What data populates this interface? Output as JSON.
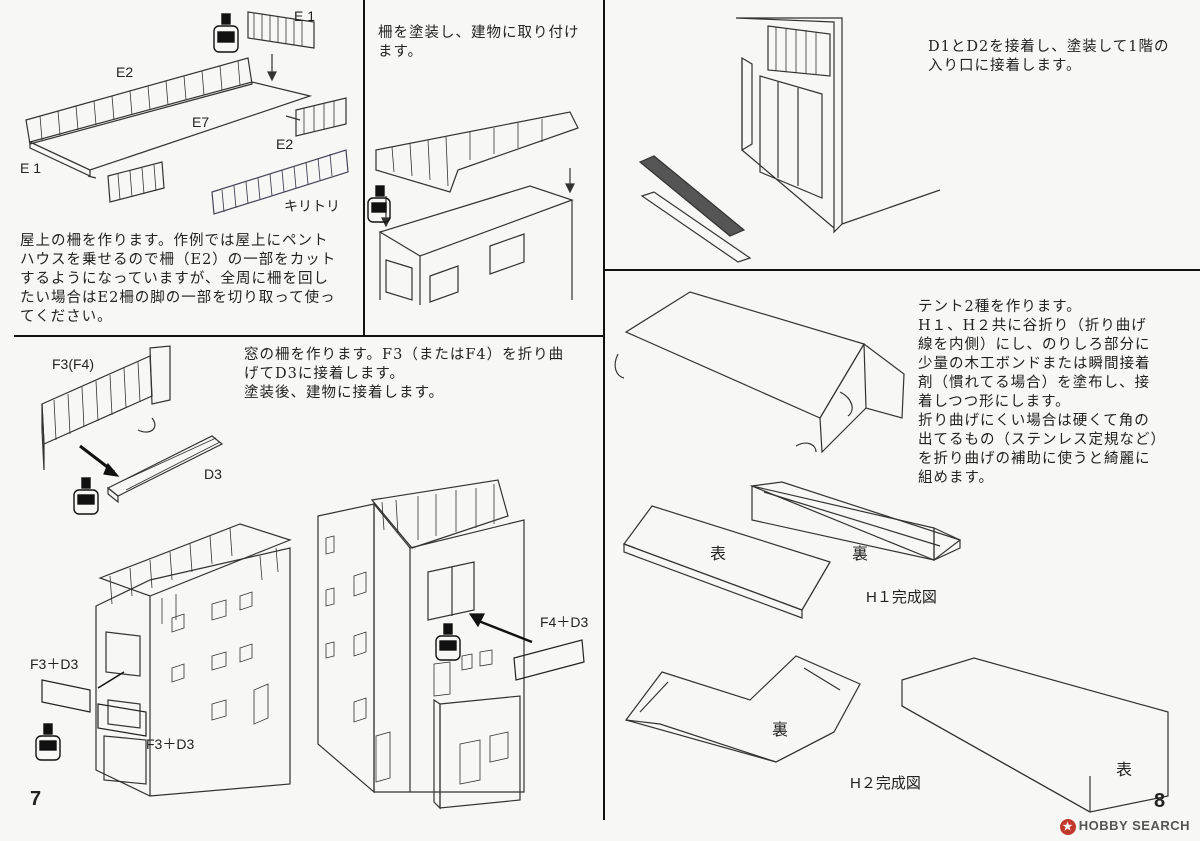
{
  "page7": {
    "number": "7",
    "step1": {
      "text": "屋上の柵を作ります。作例では屋上にペント\nハウスを乗せるので柵（E2）の一部をカット\nするようになっていますが、全周に柵を回し\nたい場合はE2柵の脚の一部を切り取って使っ\nてください。",
      "labels": {
        "e1_top": "E 1",
        "e2_left": "E2",
        "e7": "E7",
        "e2_right": "E2",
        "e1_left": "E 1",
        "cut": "キリトリ"
      }
    },
    "step2": {
      "text": "柵を塗装し、建物に取り付け\nます。"
    },
    "step3": {
      "text": "窓の柵を作ります。F3（またはF4）を折り曲\nげてD3に接着します。\n塗装後、建物に接着します。",
      "labels": {
        "f3f4": "F3(F4)",
        "d3": "D3",
        "f3d3_a": "F3＋D3",
        "f3d3_b": "F3＋D3",
        "f4d3": "F4＋D3"
      }
    }
  },
  "page8": {
    "number": "8",
    "step4": {
      "text": "D1とD2を接着し、塗装して1階の\n入り口に接着します。"
    },
    "step5": {
      "text": "テント2種を作ります。\nH１、H２共に谷折り（折り曲げ\n線を内側）にし、のりしろ部分に\n少量の木工ボンドまたは瞬間接着\n剤（慣れてる場合）を塗布し、接\n着しつつ形にします。\n折り曲げにくい場合は硬くて角の\n出てるもの（ステンレス定規など）\nを折り曲げの補助に使うと綺麗に\n組めます。",
      "labels": {
        "h1_front": "表",
        "h1_back": "裏",
        "h1_done": "H１完成図",
        "h2_back": "裏",
        "h2_front": "表",
        "h2_done": "H２完成図"
      }
    }
  },
  "watermark": "HOBBY SEARCH",
  "icons": [
    "glue-bottle-icon",
    "curved-arrow-icon"
  ]
}
